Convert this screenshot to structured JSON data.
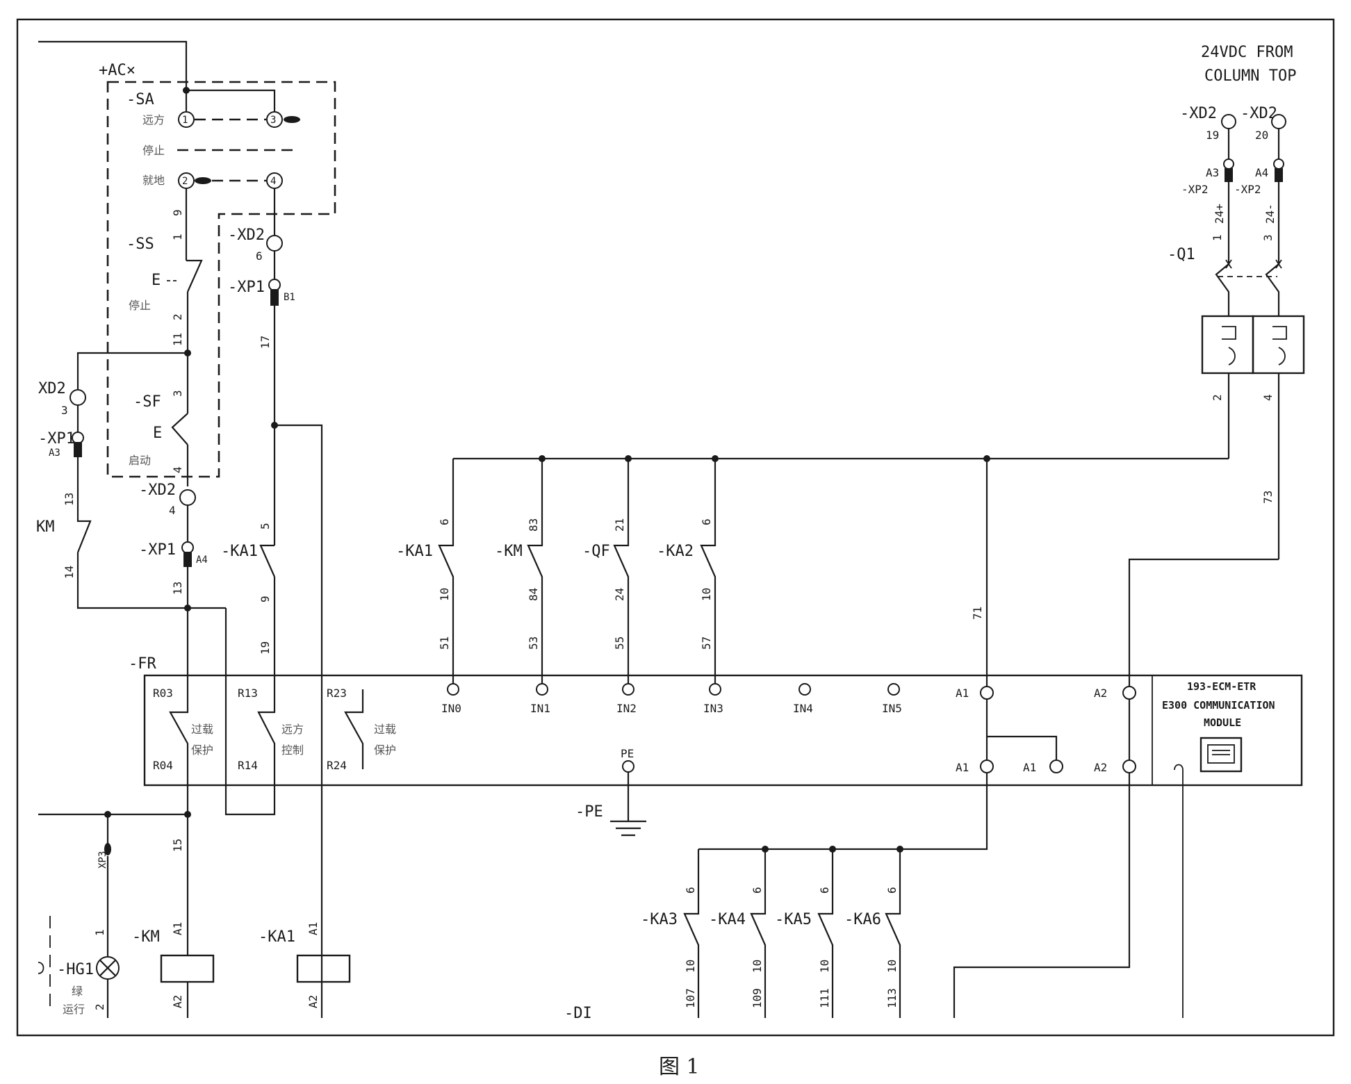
{
  "caption": "图 1",
  "header": {
    "source_line1": "24VDC FROM",
    "source_line2": "COLUMN TOP"
  },
  "labels": {
    "ac": "+AC×",
    "sa": "-SA",
    "remote": "远方",
    "stop": "停止",
    "local": "就地",
    "ss": "-SS",
    "ss_stop": "停止",
    "sf": "-SF",
    "sf_start": "启动",
    "e": "E",
    "xd2": "-XD2",
    "xd2_left": "XD2",
    "xp1": "-XP1",
    "xp1_left": "-XP1",
    "ka1": "-KA1",
    "km_left": "KM",
    "fr": "-FR",
    "km": "-KM",
    "qf": "-QF",
    "ka2": "-KA2",
    "ka3": "-KA3",
    "ka4": "-KA4",
    "ka5": "-KA5",
    "ka6": "-KA6",
    "q1": "-Q1",
    "xp2": "-XP2",
    "pe": "-PE",
    "pe_term": "PE",
    "hg1": "-HG1",
    "green": "绿",
    "running": "运行",
    "di": "-DI",
    "overload": "过载",
    "protect": "保护",
    "remote_ctrl1": "远方",
    "remote_ctrl2": "控制",
    "xp3": "XP3"
  },
  "relay": {
    "r03": "R03",
    "r04": "R04",
    "r13": "R13",
    "r14": "R14",
    "r23": "R23",
    "r24": "R24",
    "inputs": [
      "IN0",
      "IN1",
      "IN2",
      "IN3",
      "IN4",
      "IN5"
    ],
    "a1": "A1",
    "a2": "A2"
  },
  "module": {
    "line1": "193-ECM-ETR",
    "line2": "E300 COMMUNICATION",
    "line3": "MODULE"
  },
  "wire_numbers": {
    "n1": "1",
    "n2": "2",
    "n3": "3",
    "n4": "4",
    "n5": "5",
    "n6": "6",
    "n9": "9",
    "n10": "10",
    "n11": "11",
    "n13": "13",
    "n14": "14",
    "n15": "15",
    "n17": "17",
    "n19": "19",
    "n20": "20",
    "n21": "21",
    "n24": "24",
    "n51": "51",
    "n53": "53",
    "n55": "55",
    "n57": "57",
    "n71": "71",
    "n73": "73",
    "n83": "83",
    "n84": "84",
    "n107": "107",
    "n109": "109",
    "n111": "111",
    "n113": "113",
    "a3": "A3",
    "a4": "A4",
    "b1": "B1",
    "p24": "24+",
    "m24": "24-",
    "a1c": "A1",
    "a2c": "A2"
  }
}
